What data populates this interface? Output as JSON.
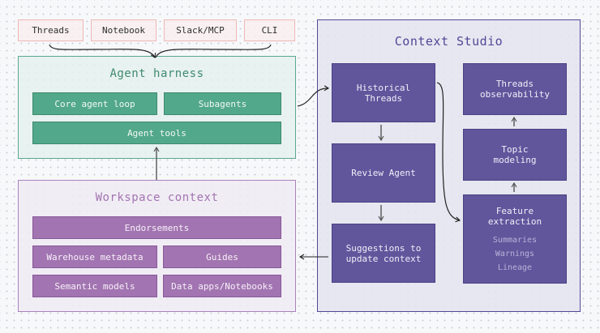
{
  "sources": [
    "Threads",
    "Notebook",
    "Slack/MCP",
    "CLI"
  ],
  "agent_harness": {
    "title": "Agent harness",
    "items": [
      "Core agent loop",
      "Subagents",
      "Agent tools"
    ],
    "color": "#52a88a"
  },
  "workspace_context": {
    "title": "Workspace context",
    "items": [
      "Endorsements",
      "Warehouse metadata",
      "Guides",
      "Semantic models",
      "Data apps/Notebooks"
    ],
    "color": "#a274b1"
  },
  "context_studio": {
    "title": "Context Studio",
    "left_column": [
      "Historical\nThreads",
      "Review Agent",
      "Suggestions to\nupdate context"
    ],
    "right_column": [
      "Threads\nobservability",
      "Topic\nmodeling",
      "Feature\nextraction"
    ],
    "feature_extraction_outputs": [
      "Summaries",
      "Warnings",
      "Lineage"
    ],
    "color": "#61559c"
  }
}
